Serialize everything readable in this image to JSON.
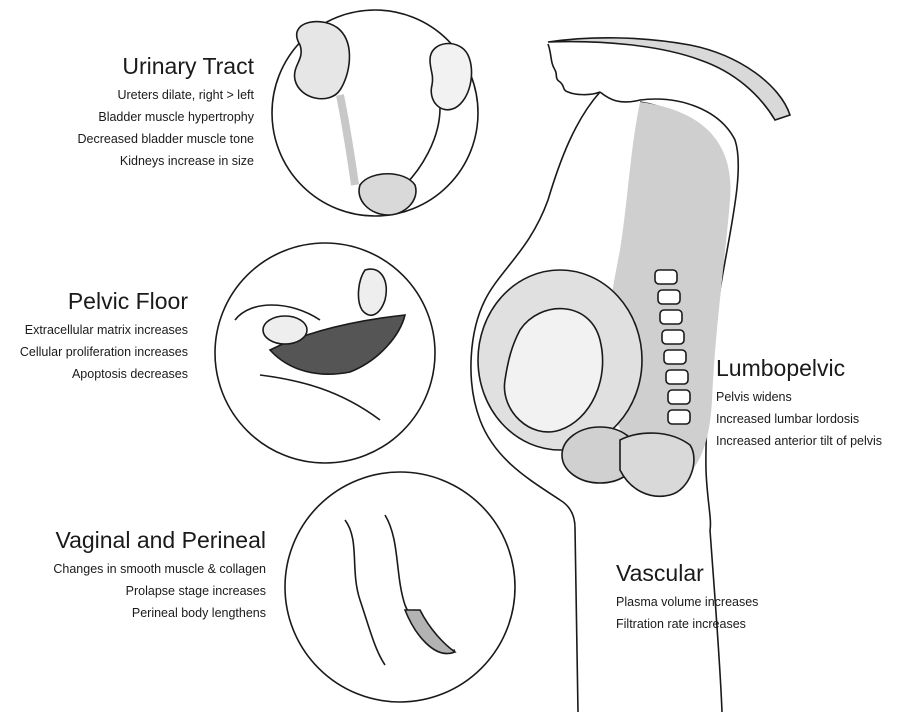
{
  "sections": {
    "urinary": {
      "heading": "Urinary Tract",
      "items": [
        "Ureters dilate, right >  left",
        "Bladder muscle hypertrophy",
        "Decreased bladder muscle tone",
        "Kidneys increase in size"
      ]
    },
    "pelvic_floor": {
      "heading": "Pelvic Floor",
      "items": [
        "Extracellular matrix increases",
        "Cellular proliferation increases",
        "Apoptosis decreases"
      ]
    },
    "vaginal": {
      "heading": "Vaginal and Perineal",
      "items": [
        "Changes in smooth muscle & collagen",
        "Prolapse stage increases",
        "Perineal body lengthens"
      ]
    },
    "lumbopelvic": {
      "heading": "Lumbopelvic",
      "items": [
        "Pelvis widens",
        "Increased lumbar lordosis",
        "Increased anterior tilt of pelvis"
      ]
    },
    "vascular": {
      "heading": "Vascular",
      "items": [
        "Plasma volume increases",
        "Filtration rate increases"
      ]
    }
  },
  "colors": {
    "line": "#1a1a1a",
    "shade_light": "#d9d9d9",
    "shade_mid": "#b3b3b3",
    "background": "#ffffff"
  }
}
